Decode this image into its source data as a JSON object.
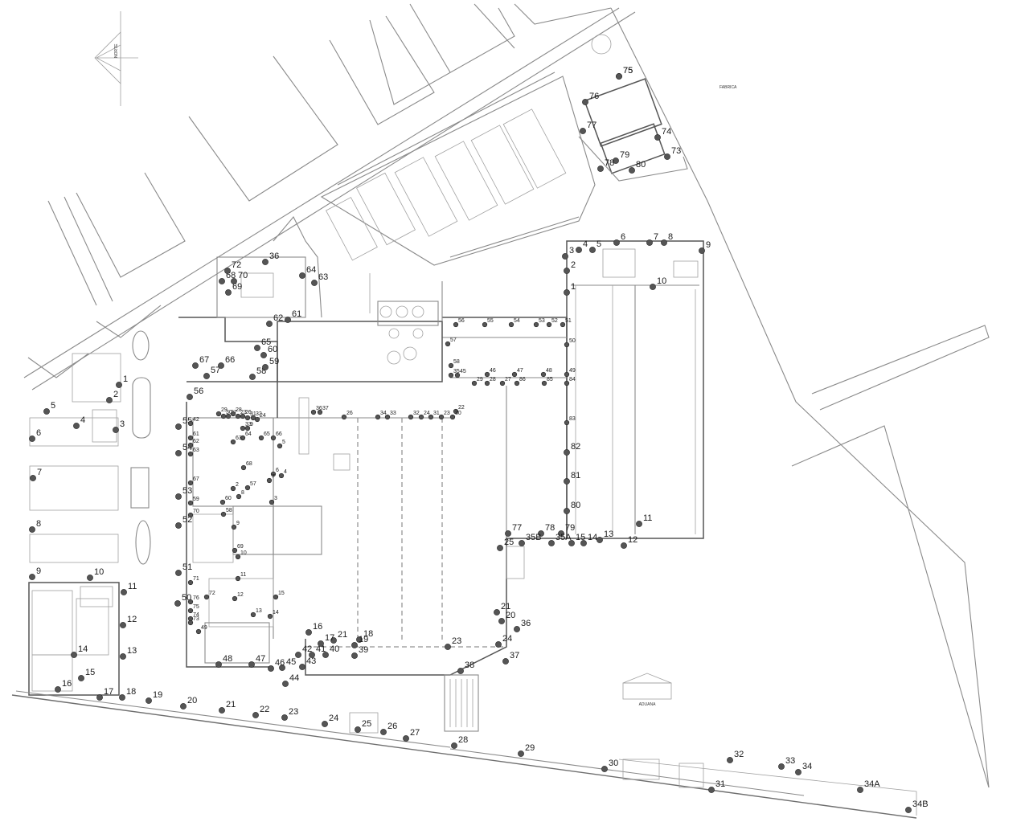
{
  "labels": {
    "north": "NORTE",
    "factory": "FABRICA",
    "customs": "ADUANA"
  },
  "markers": [
    [
      "75",
      770,
      95
    ],
    [
      "76",
      728,
      127
    ],
    [
      "77",
      725,
      163
    ],
    [
      "74",
      818,
      171
    ],
    [
      "73",
      830,
      195
    ],
    [
      "79",
      766,
      200
    ],
    [
      "78",
      747,
      210
    ],
    [
      "80",
      786,
      212
    ],
    [
      "4",
      720,
      311
    ],
    [
      "5",
      737,
      311
    ],
    [
      "6",
      767,
      302
    ],
    [
      "7",
      808,
      302
    ],
    [
      "8",
      826,
      302
    ],
    [
      "9",
      873,
      312
    ],
    [
      "3",
      703,
      319
    ],
    [
      "2",
      705,
      337
    ],
    [
      "10",
      812,
      357
    ],
    [
      "1",
      705,
      364
    ],
    [
      "56",
      567,
      404
    ],
    [
      "55",
      603,
      404
    ],
    [
      "54",
      636,
      404
    ],
    [
      "53",
      667,
      404
    ],
    [
      "52",
      683,
      404
    ],
    [
      "51",
      700,
      404
    ],
    [
      "50",
      705,
      429
    ],
    [
      "57",
      557,
      428
    ],
    [
      "58",
      561,
      455
    ],
    [
      "35",
      561,
      467
    ],
    [
      "45",
      569,
      467
    ],
    [
      "49",
      705,
      466
    ],
    [
      "48",
      676,
      466
    ],
    [
      "47",
      640,
      466
    ],
    [
      "46",
      606,
      466
    ],
    [
      "29",
      590,
      477
    ],
    [
      "28",
      606,
      477
    ],
    [
      "27",
      625,
      477
    ],
    [
      "86",
      643,
      477
    ],
    [
      "85",
      677,
      477
    ],
    [
      "84",
      705,
      477
    ],
    [
      "22",
      567,
      512
    ],
    [
      "30",
      563,
      519
    ],
    [
      "23",
      549,
      519
    ],
    [
      "31",
      536,
      519
    ],
    [
      "24",
      524,
      519
    ],
    [
      "32",
      511,
      519
    ],
    [
      "33",
      482,
      519
    ],
    [
      "34",
      470,
      519
    ],
    [
      "26",
      428,
      519
    ],
    [
      "36",
      390,
      513
    ],
    [
      "37",
      398,
      513
    ],
    [
      "83",
      705,
      526
    ],
    [
      "82",
      705,
      563
    ],
    [
      "81",
      705,
      599
    ],
    [
      "80",
      705,
      636
    ],
    [
      "11",
      795,
      652
    ],
    [
      "77",
      632,
      664
    ],
    [
      "78",
      673,
      664
    ],
    [
      "79",
      698,
      664
    ],
    [
      "35B",
      649,
      676
    ],
    [
      "35A",
      686,
      676
    ],
    [
      "15",
      711,
      676
    ],
    [
      "14",
      726,
      676
    ],
    [
      "13",
      746,
      672
    ],
    [
      "12",
      776,
      679
    ],
    [
      "25",
      622,
      682
    ],
    [
      "36",
      643,
      783
    ],
    [
      "21",
      618,
      762
    ],
    [
      "20",
      624,
      773
    ],
    [
      "24",
      620,
      802
    ],
    [
      "37",
      629,
      823
    ],
    [
      "38",
      573,
      835
    ],
    [
      "75",
      770,
      95
    ],
    [
      "39",
      441,
      816
    ],
    [
      "40",
      405,
      815
    ],
    [
      "41",
      388,
      815
    ],
    [
      "42",
      371,
      815
    ],
    [
      "43",
      376,
      830
    ],
    [
      "45",
      351,
      831
    ],
    [
      "46",
      337,
      832
    ],
    [
      "44",
      355,
      851
    ],
    [
      "47",
      313,
      827
    ],
    [
      "48",
      272,
      827
    ],
    [
      "18",
      447,
      796
    ],
    [
      "19",
      441,
      803
    ],
    [
      "23",
      557,
      805
    ],
    [
      "21",
      415,
      797
    ],
    [
      "17",
      399,
      801
    ],
    [
      "16",
      384,
      787
    ],
    [
      "15",
      343,
      743
    ],
    [
      "14",
      336,
      767
    ],
    [
      "13",
      315,
      765
    ],
    [
      "12",
      292,
      745
    ],
    [
      "49",
      247,
      786
    ],
    [
      "50",
      221,
      751
    ],
    [
      "51",
      222,
      713
    ],
    [
      "52",
      222,
      654
    ],
    [
      "53",
      222,
      618
    ],
    [
      "54",
      222,
      564
    ],
    [
      "55",
      222,
      531
    ],
    [
      "56",
      236,
      494
    ],
    [
      "57",
      257,
      468
    ],
    [
      "58",
      314,
      469
    ],
    [
      "59",
      330,
      457
    ],
    [
      "60",
      328,
      442
    ],
    [
      "65",
      320,
      433
    ],
    [
      "66",
      275,
      455
    ],
    [
      "67",
      243,
      455
    ],
    [
      "62",
      335,
      403
    ],
    [
      "61",
      358,
      398
    ],
    [
      "68",
      276,
      350
    ],
    [
      "72",
      283,
      337
    ],
    [
      "69",
      284,
      364
    ],
    [
      "70",
      291,
      350
    ],
    [
      "36",
      330,
      326
    ],
    [
      "64",
      376,
      343
    ],
    [
      "63",
      391,
      352
    ],
    [
      "1",
      148,
      479
    ],
    [
      "2",
      136,
      498
    ],
    [
      "3",
      144,
      535
    ],
    [
      "4",
      95,
      530
    ],
    [
      "5",
      58,
      512
    ],
    [
      "6",
      40,
      546
    ],
    [
      "7",
      41,
      595
    ],
    [
      "8",
      40,
      659
    ],
    [
      "9",
      40,
      718
    ],
    [
      "10",
      112,
      719
    ],
    [
      "11",
      154,
      737
    ],
    [
      "12",
      153,
      778
    ],
    [
      "13",
      153,
      817
    ],
    [
      "14",
      92,
      815
    ],
    [
      "15",
      101,
      844
    ],
    [
      "16",
      72,
      858
    ],
    [
      "17",
      124,
      868
    ],
    [
      "18",
      152,
      868
    ],
    [
      "19",
      185,
      872
    ],
    [
      "20",
      228,
      879
    ],
    [
      "21",
      276,
      884
    ],
    [
      "22",
      318,
      890
    ],
    [
      "23",
      354,
      893
    ],
    [
      "24",
      404,
      901
    ],
    [
      "25",
      445,
      908
    ],
    [
      "26",
      477,
      911
    ],
    [
      "27",
      505,
      919
    ],
    [
      "28",
      565,
      928
    ],
    [
      "29",
      648,
      938
    ],
    [
      "30",
      752,
      957
    ],
    [
      "31",
      885,
      983
    ],
    [
      "32",
      908,
      946
    ],
    [
      "33",
      972,
      954
    ],
    [
      "34",
      993,
      961
    ],
    [
      "34A",
      1070,
      983
    ],
    [
      "34B",
      1130,
      1008
    ],
    [
      "42",
      237,
      527
    ],
    [
      "61",
      237,
      545
    ],
    [
      "62",
      237,
      554
    ],
    [
      "63",
      237,
      565
    ],
    [
      "67",
      237,
      601
    ],
    [
      "59",
      237,
      626
    ],
    [
      "70",
      237,
      641
    ],
    [
      "71",
      237,
      725
    ],
    [
      "76",
      237,
      749
    ],
    [
      "75",
      237,
      760
    ],
    [
      "74",
      237,
      770
    ],
    [
      "73",
      237,
      775
    ],
    [
      "72",
      257,
      743
    ],
    [
      "29",
      272,
      515
    ],
    [
      "30",
      278,
      518
    ],
    [
      "27",
      284,
      518
    ],
    [
      "28",
      290,
      515
    ],
    [
      "23",
      296,
      518
    ],
    [
      "26",
      302,
      518
    ],
    [
      "31",
      308,
      520
    ],
    [
      "32",
      315,
      520
    ],
    [
      "24",
      320,
      522
    ],
    [
      "33",
      302,
      533
    ],
    [
      "9",
      308,
      533
    ],
    [
      "65",
      325,
      545
    ],
    [
      "64",
      302,
      545
    ],
    [
      "63",
      290,
      550
    ],
    [
      "66",
      340,
      545
    ],
    [
      "5",
      348,
      555
    ],
    [
      "68",
      303,
      582
    ],
    [
      "6",
      340,
      590
    ],
    [
      "7",
      335,
      598
    ],
    [
      "4",
      350,
      592
    ],
    [
      "2",
      290,
      608
    ],
    [
      "60",
      277,
      625
    ],
    [
      "8",
      297,
      618
    ],
    [
      "57",
      308,
      607
    ],
    [
      "3",
      338,
      625
    ],
    [
      "69",
      292,
      685
    ],
    [
      "10",
      296,
      693
    ],
    [
      "11",
      296,
      720
    ],
    [
      "9",
      291,
      656
    ],
    [
      "58",
      278,
      640
    ]
  ]
}
